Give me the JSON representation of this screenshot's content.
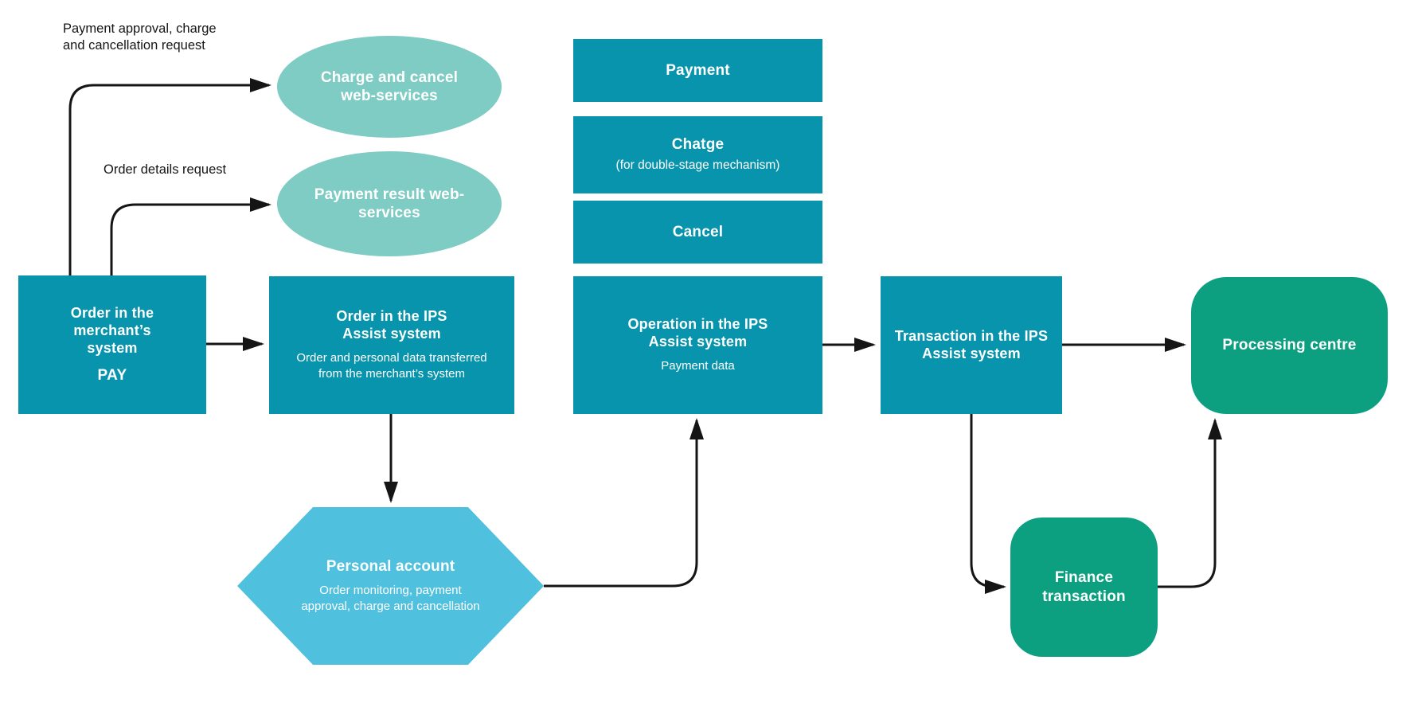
{
  "diagram": {
    "annotations": {
      "approval_request": "Payment approval, charge and cancellation request",
      "order_details_request": "Order details request"
    },
    "nodes": {
      "charge_cancel_ws": {
        "title": "Charge and cancel web-services"
      },
      "payment_result_ws": {
        "title": "Payment result web-services"
      },
      "payment_rect": {
        "title": "Payment"
      },
      "charge_rect": {
        "title": "Chatge",
        "subtitle": "(for double-stage mechanism)"
      },
      "cancel_rect": {
        "title": "Cancel"
      },
      "order_merchant": {
        "title": "Order in the merchant’s system",
        "subtitle": "PAY"
      },
      "order_ips": {
        "title": "Order in the IPS Assist system",
        "subtitle": "Order and personal data transferred from the merchant’s system"
      },
      "operation_ips": {
        "title": "Operation in the IPS Assist system",
        "subtitle": "Payment data"
      },
      "transaction_ips": {
        "title": "Transaction in the IPS Assist system"
      },
      "processing_centre": {
        "title": "Processing centre"
      },
      "finance_transaction": {
        "title": "Finance transaction"
      },
      "personal_account": {
        "title": "Personal account",
        "subtitle": "Order monitoring, payment approval, charge and cancellation"
      }
    },
    "colors": {
      "teal_box": "#0794AC",
      "light_teal_ellipse": "#7ECCC3",
      "light_blue_hexagon": "#4FC0DE",
      "green_rounded": "#0CA081",
      "connector_black": "#151515",
      "text_white": "#FFFFFF"
    }
  }
}
